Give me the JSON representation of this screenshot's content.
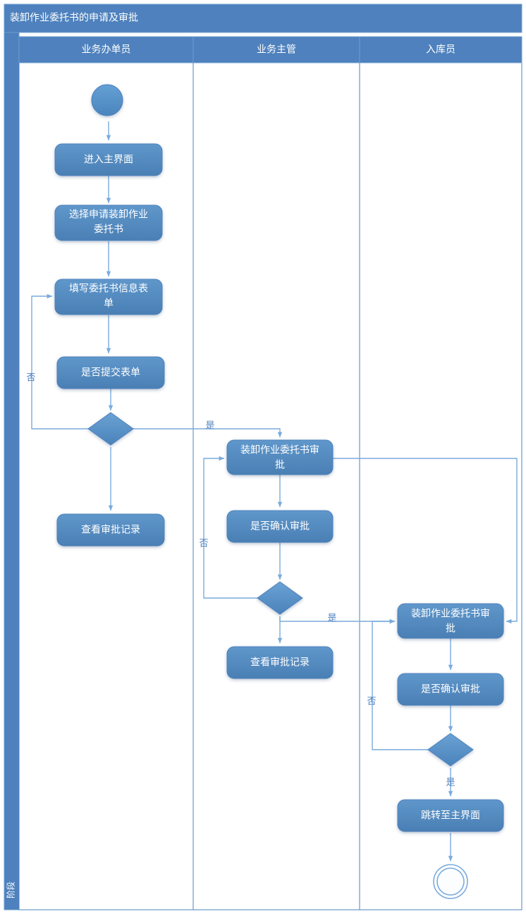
{
  "pool": {
    "title": "装卸作业委托书的申请及审批",
    "phase_label": "阶段"
  },
  "lanes": [
    {
      "id": "lane-business-clerk",
      "title": "业务办单员"
    },
    {
      "id": "lane-business-manager",
      "title": "业务主管"
    },
    {
      "id": "lane-warehouse-keeper",
      "title": "入库员"
    }
  ],
  "nodes": {
    "start": {
      "type": "start",
      "label": ""
    },
    "n1": {
      "type": "process",
      "label": "进入主界面"
    },
    "n2a": {
      "type": "process",
      "label": "选择申请装卸作业"
    },
    "n2b": {
      "type": "process",
      "label": "委托书"
    },
    "n3a": {
      "type": "process",
      "label": "填写委托书信息表"
    },
    "n3b": {
      "type": "process",
      "label": "单"
    },
    "n4": {
      "type": "process",
      "label": "是否提交表单"
    },
    "d1": {
      "type": "decision",
      "label": ""
    },
    "n5": {
      "type": "process",
      "label": "查看审批记录"
    },
    "n6a": {
      "type": "process",
      "label": "装卸作业委托书审"
    },
    "n6b": {
      "type": "process",
      "label": "批"
    },
    "n7": {
      "type": "process",
      "label": "是否确认审批"
    },
    "d2": {
      "type": "decision",
      "label": ""
    },
    "n8": {
      "type": "process",
      "label": "查看审批记录"
    },
    "n9a": {
      "type": "process",
      "label": "装卸作业委托书审"
    },
    "n9b": {
      "type": "process",
      "label": "批"
    },
    "n10": {
      "type": "process",
      "label": "是否确认审批"
    },
    "d3": {
      "type": "decision",
      "label": ""
    },
    "n11": {
      "type": "process",
      "label": "跳转至主界面"
    },
    "end": {
      "type": "end",
      "label": ""
    }
  },
  "edge_labels": {
    "e_no_1": "否",
    "e_yes_1": "是",
    "e_no_2": "否",
    "e_yes_2": "是",
    "e_no_3": "否",
    "e_yes_3": "是"
  },
  "colors": {
    "accent": "#4e81bd",
    "node_fill_top": "#5b94c9",
    "node_fill_bottom": "#4a7fb5",
    "connector": "#7aabdc",
    "lane_header_text": "#ffffff",
    "background": "#ffffff"
  }
}
